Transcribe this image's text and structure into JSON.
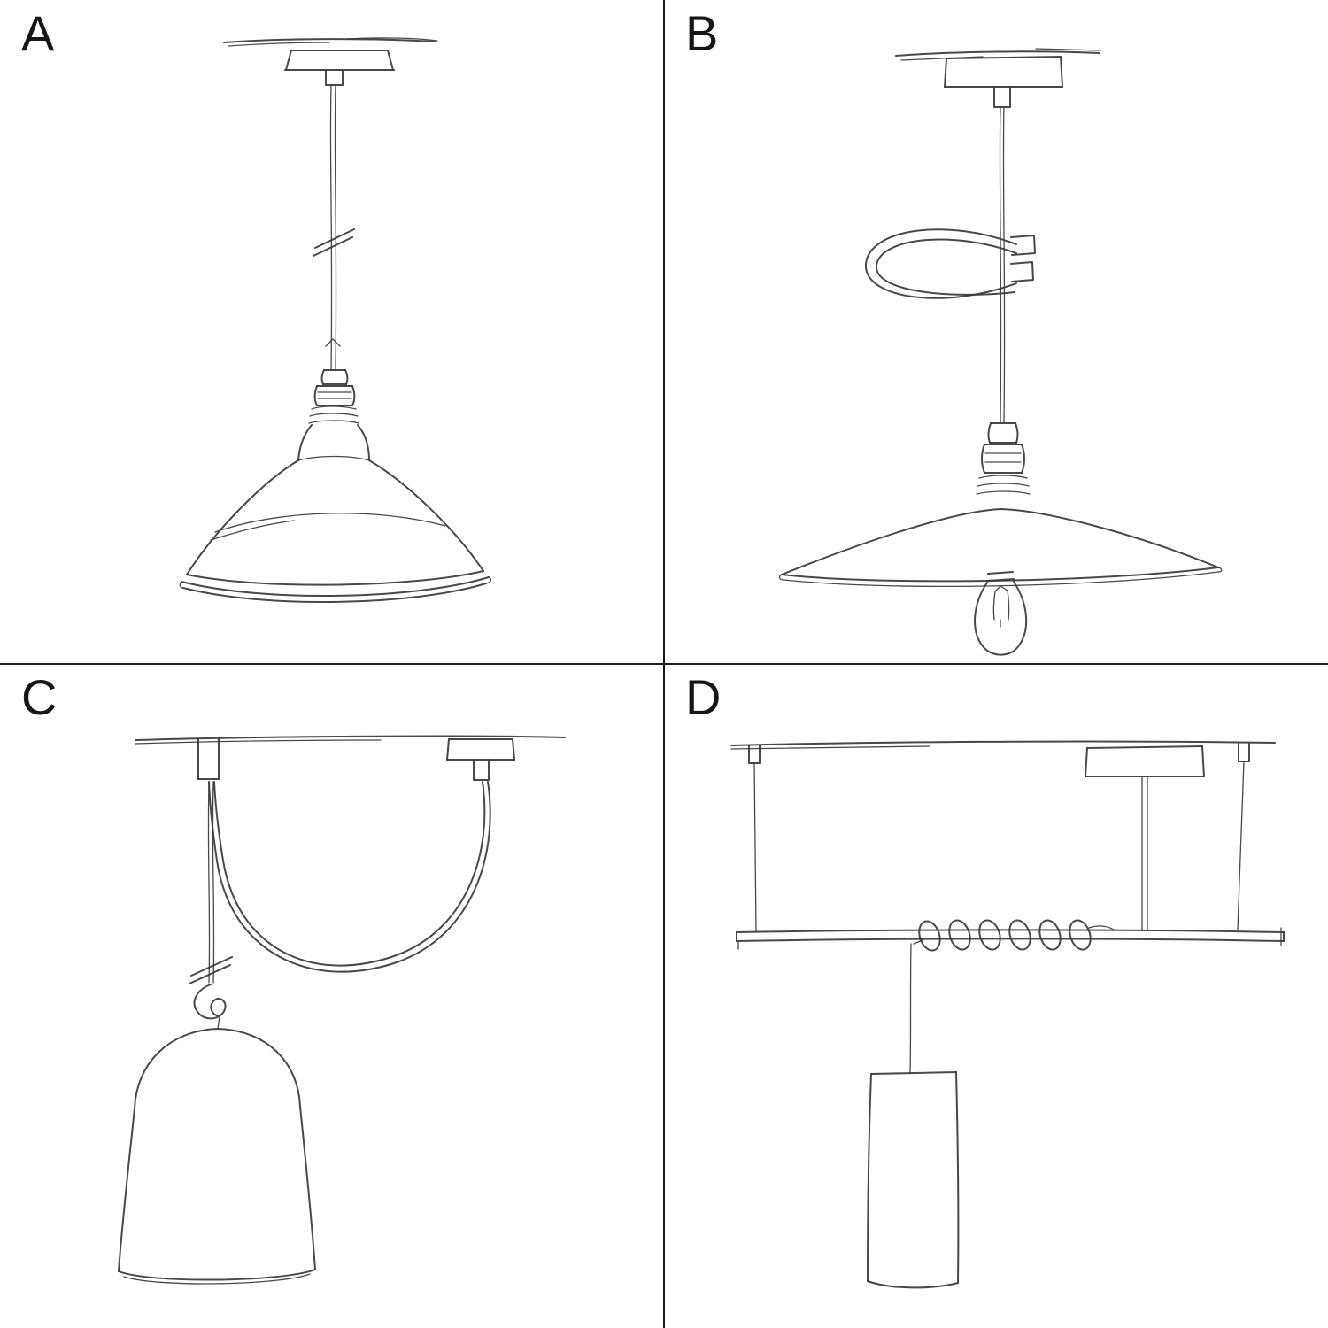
{
  "figure": {
    "name": "pendant-lamp-mounting-options",
    "background": "#ffffff",
    "line_color": "#3a3a3a",
    "divider_color": "#1c1c1c"
  },
  "panels": [
    {
      "label": "A",
      "sketch": "pendant-with-industrial-bowl-shade"
    },
    {
      "label": "B",
      "sketch": "pendant-with-flat-plate-shade-cable-clip-and-exposed-bulb"
    },
    {
      "label": "C",
      "sketch": "swag-pendant-with-hook-knot-and-bell-shade"
    },
    {
      "label": "D",
      "sketch": "bar-suspension-with-coiled-cable-and-tube-shade"
    }
  ]
}
